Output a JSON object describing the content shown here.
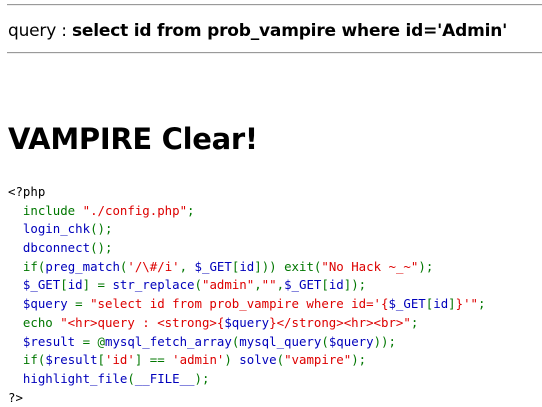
{
  "query_line": {
    "label": "query : ",
    "sql": "select id from prob_vampire where id='Admin'"
  },
  "result_heading": "VAMPIRE Clear!",
  "source_code": {
    "lines": [
      [
        {
          "c": "html",
          "t": "<?php"
        }
      ],
      [
        {
          "c": "keyword",
          "t": "  include "
        },
        {
          "c": "string",
          "t": "\"./config.php\""
        },
        {
          "c": "keyword",
          "t": ";"
        }
      ],
      [
        {
          "c": "default",
          "t": "  login_chk"
        },
        {
          "c": "keyword",
          "t": "();"
        }
      ],
      [
        {
          "c": "default",
          "t": "  dbconnect"
        },
        {
          "c": "keyword",
          "t": "();"
        }
      ],
      [
        {
          "c": "keyword",
          "t": "  if("
        },
        {
          "c": "default",
          "t": "preg_match"
        },
        {
          "c": "keyword",
          "t": "("
        },
        {
          "c": "string",
          "t": "'/\\#/i'"
        },
        {
          "c": "keyword",
          "t": ", "
        },
        {
          "c": "default",
          "t": "$_GET"
        },
        {
          "c": "keyword",
          "t": "["
        },
        {
          "c": "default",
          "t": "id"
        },
        {
          "c": "keyword",
          "t": "])) exit("
        },
        {
          "c": "string",
          "t": "\"No Hack ~_~\""
        },
        {
          "c": "keyword",
          "t": ");"
        }
      ],
      [
        {
          "c": "default",
          "t": "  $_GET"
        },
        {
          "c": "keyword",
          "t": "["
        },
        {
          "c": "default",
          "t": "id"
        },
        {
          "c": "keyword",
          "t": "] = "
        },
        {
          "c": "default",
          "t": "str_replace"
        },
        {
          "c": "keyword",
          "t": "("
        },
        {
          "c": "string",
          "t": "\"admin\""
        },
        {
          "c": "keyword",
          "t": ","
        },
        {
          "c": "string",
          "t": "\"\""
        },
        {
          "c": "keyword",
          "t": ","
        },
        {
          "c": "default",
          "t": "$_GET"
        },
        {
          "c": "keyword",
          "t": "["
        },
        {
          "c": "default",
          "t": "id"
        },
        {
          "c": "keyword",
          "t": "]);"
        }
      ],
      [
        {
          "c": "default",
          "t": "  $query "
        },
        {
          "c": "keyword",
          "t": "= "
        },
        {
          "c": "string",
          "t": "\"select id from prob_vampire where id='{"
        },
        {
          "c": "default",
          "t": "$_GET"
        },
        {
          "c": "keyword",
          "t": "["
        },
        {
          "c": "default",
          "t": "id"
        },
        {
          "c": "keyword",
          "t": "]"
        },
        {
          "c": "string",
          "t": "}'\""
        },
        {
          "c": "keyword",
          "t": ";"
        }
      ],
      [
        {
          "c": "keyword",
          "t": "  echo "
        },
        {
          "c": "string",
          "t": "\"<hr>query : <strong>{"
        },
        {
          "c": "default",
          "t": "$query"
        },
        {
          "c": "string",
          "t": "}</strong><hr><br>\""
        },
        {
          "c": "keyword",
          "t": ";"
        }
      ],
      [
        {
          "c": "default",
          "t": "  $result "
        },
        {
          "c": "keyword",
          "t": "= @"
        },
        {
          "c": "default",
          "t": "mysql_fetch_array"
        },
        {
          "c": "keyword",
          "t": "("
        },
        {
          "c": "default",
          "t": "mysql_query"
        },
        {
          "c": "keyword",
          "t": "("
        },
        {
          "c": "default",
          "t": "$query"
        },
        {
          "c": "keyword",
          "t": "));"
        }
      ],
      [
        {
          "c": "keyword",
          "t": "  if("
        },
        {
          "c": "default",
          "t": "$result"
        },
        {
          "c": "keyword",
          "t": "["
        },
        {
          "c": "string",
          "t": "'id'"
        },
        {
          "c": "keyword",
          "t": "] == "
        },
        {
          "c": "string",
          "t": "'admin'"
        },
        {
          "c": "keyword",
          "t": ") "
        },
        {
          "c": "default",
          "t": "solve"
        },
        {
          "c": "keyword",
          "t": "("
        },
        {
          "c": "string",
          "t": "\"vampire\""
        },
        {
          "c": "keyword",
          "t": ");"
        }
      ],
      [
        {
          "c": "default",
          "t": "  highlight_file"
        },
        {
          "c": "keyword",
          "t": "("
        },
        {
          "c": "default",
          "t": "__FILE__"
        },
        {
          "c": "keyword",
          "t": ");"
        }
      ],
      [
        {
          "c": "html",
          "t": "?>"
        }
      ]
    ]
  },
  "colors": {
    "default": "#0000BB",
    "keyword": "#007700",
    "string": "#DD0000",
    "html": "#000000"
  }
}
